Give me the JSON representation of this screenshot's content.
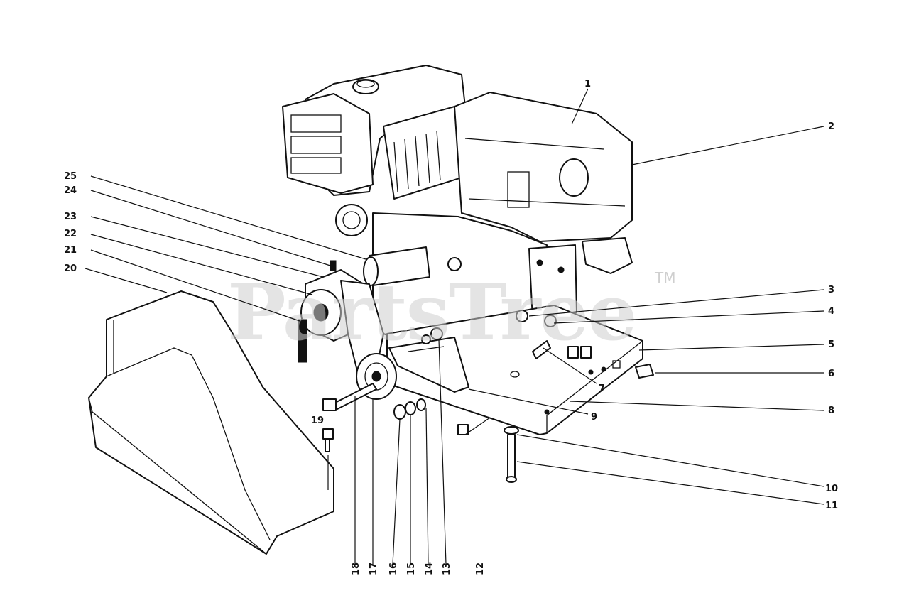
{
  "watermark": {
    "text": "PartsTree",
    "tm": "TM"
  },
  "callouts": [
    {
      "id": "1",
      "label": "1"
    },
    {
      "id": "2",
      "label": "2"
    },
    {
      "id": "3",
      "label": "3"
    },
    {
      "id": "4",
      "label": "4"
    },
    {
      "id": "5",
      "label": "5"
    },
    {
      "id": "6",
      "label": "6"
    },
    {
      "id": "7",
      "label": "7"
    },
    {
      "id": "8",
      "label": "8"
    },
    {
      "id": "9",
      "label": "9"
    },
    {
      "id": "10",
      "label": "10"
    },
    {
      "id": "11",
      "label": "11"
    },
    {
      "id": "12",
      "label": "12"
    },
    {
      "id": "13",
      "label": "13"
    },
    {
      "id": "14",
      "label": "14"
    },
    {
      "id": "15",
      "label": "15"
    },
    {
      "id": "16",
      "label": "16"
    },
    {
      "id": "17",
      "label": "17"
    },
    {
      "id": "18",
      "label": "18"
    },
    {
      "id": "19",
      "label": "19"
    },
    {
      "id": "20",
      "label": "20"
    },
    {
      "id": "21",
      "label": "21"
    },
    {
      "id": "22",
      "label": "22"
    },
    {
      "id": "23",
      "label": "23"
    },
    {
      "id": "24",
      "label": "24"
    },
    {
      "id": "25",
      "label": "25"
    }
  ]
}
